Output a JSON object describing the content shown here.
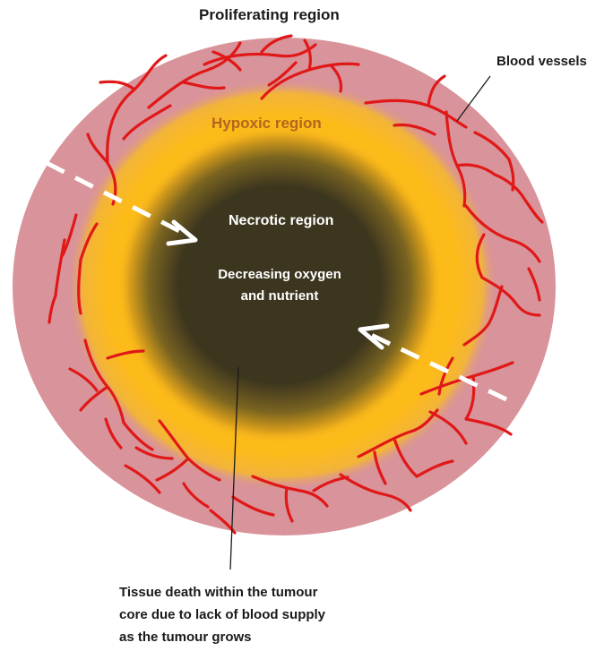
{
  "labels": {
    "proliferating": "Proliferating region",
    "blood_vessels": "Blood vessels",
    "hypoxic": "Hypoxic region",
    "necrotic": "Necrotic region",
    "decreasing": [
      "Decreasing oxygen",
      "and nutrient"
    ],
    "tissue_death": [
      "Tissue death within the tumour",
      "core due to lack of blood supply",
      "as the tumour grows"
    ]
  },
  "colors": {
    "proliferating": "#d9939a",
    "hypoxic": "#fdbb1a",
    "necrotic": "#3c351f",
    "vessel": "#e01818",
    "arrow": "#ffffff",
    "text_dark": "#1a1a1a",
    "text_hypoxic": "#b5651d"
  }
}
